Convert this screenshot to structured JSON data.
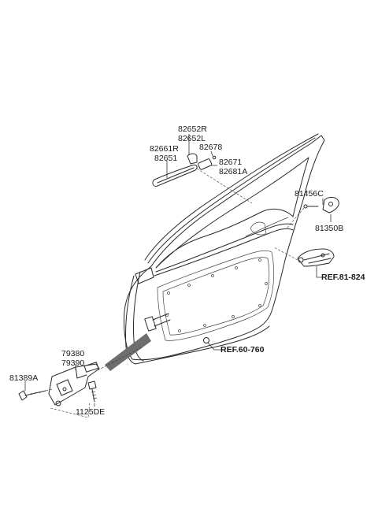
{
  "labels": {
    "p82652R": "82652R",
    "p82652L": "82652L",
    "p82661R": "82661R",
    "p82651": "82651",
    "p82678": "82678",
    "p82671": "82671",
    "p82681A": "82681A",
    "p81456C": "81456C",
    "p81350B": "81350B",
    "ref81824": "REF.81-824",
    "ref60760": "REF.60-760",
    "p79380": "79380",
    "p79390": "79390",
    "p81389A": "81389A",
    "p1125DE": "1125DE"
  }
}
